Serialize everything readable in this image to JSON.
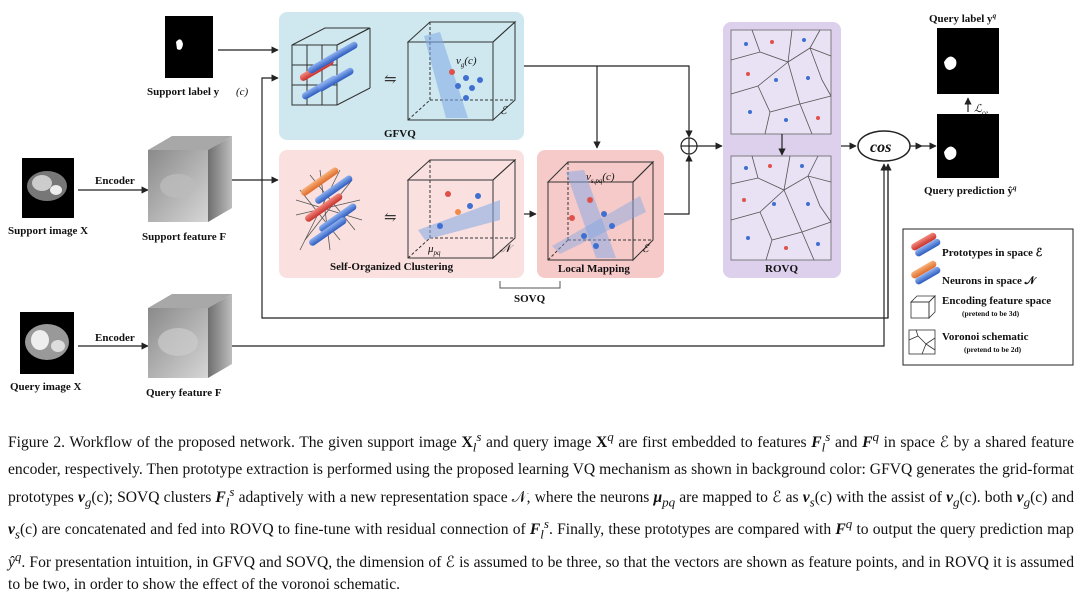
{
  "figure": {
    "support_label": "Support label y",
    "support_label_math": "(c)",
    "support_image": "Support image X",
    "support_feature": "Support feature F",
    "query_image": "Query image X",
    "query_feature": "Query feature F",
    "encoder_top": "Encoder",
    "encoder_bottom": "Encoder",
    "gfvq": "GFVQ",
    "soc": "Self-Organized Clustering",
    "local_mapping": "Local Mapping",
    "sovq": "SOVQ",
    "rovq": "ROVQ",
    "cos": "cos",
    "query_label": "Query label y",
    "query_prediction": "Query prediction ŷ",
    "loss": "ℒ",
    "loss_sub": "ce",
    "math_vg": "ν",
    "math_vg_sub": "g",
    "math_vg_arg": "(c)",
    "math_vspq": "ν",
    "math_vspq_sub": "s,pq",
    "math_vspq_arg": "(c)",
    "math_mu": "μ",
    "math_mu_sub": "pq",
    "space_E": "ℰ",
    "space_N": "𝒩",
    "legend": {
      "prototypes": "Prototypes in space ℰ",
      "neurons": "Neurons in space 𝒩",
      "encoding": "Encoding feature space",
      "encoding_note": "(pretend to be 3d)",
      "voronoi": "Voronoi schematic",
      "voronoi_note": "(pretend to be 2d)"
    },
    "colors": {
      "gfvq_bg": "#cfe8ef",
      "sovq_bg": "#fbe0e0",
      "local_bg": "#f7caca",
      "rovq_bg": "#ddd0ec",
      "prototype_red": "#e0504a",
      "prototype_blue": "#3f6fd0"
    }
  },
  "caption": {
    "prefix": "Figure 2. Workflow of the proposed network. The given support image ",
    "text1": "X",
    "text2": " and query image ",
    "text3": "X",
    "text4": " are first embedded to features ",
    "text5": "F",
    "text6": " and ",
    "text7": "F",
    "text8": " in space ℰ by a shared feature encoder, respectively. Then prototype extraction is performed using the proposed learning VQ mechanism as shown in background color: GFVQ generates the grid-format prototypes ",
    "text9": "ν",
    "text10": "(c); SOVQ clusters ",
    "text11": "F",
    "text12": " adaptively with a new representation space 𝒩, where the neurons ",
    "text13": "μ",
    "text14": " are mapped to ℰ as ",
    "text15": "ν",
    "text16": "(c) with the assist of ",
    "text17": "ν",
    "text18": "(c). both ",
    "text19": "ν",
    "text20": "(c) and ",
    "text21": "ν",
    "text22": "(c) are concatenated and fed into ROVQ to fine-tune with residual connection of ",
    "text23": "F",
    "text24": ". Finally, these prototypes are compared with ",
    "text25": "F",
    "text26": " to output the query prediction map ",
    "text27": "ŷ",
    "text28": ". For presentation intuition, in GFVQ and SOVQ, the dimension of ℰ is assumed to be three, so that the vectors are shown as feature points, and in ROVQ it is assumed to be two, in order to show the effect of the voronoi schematic."
  }
}
